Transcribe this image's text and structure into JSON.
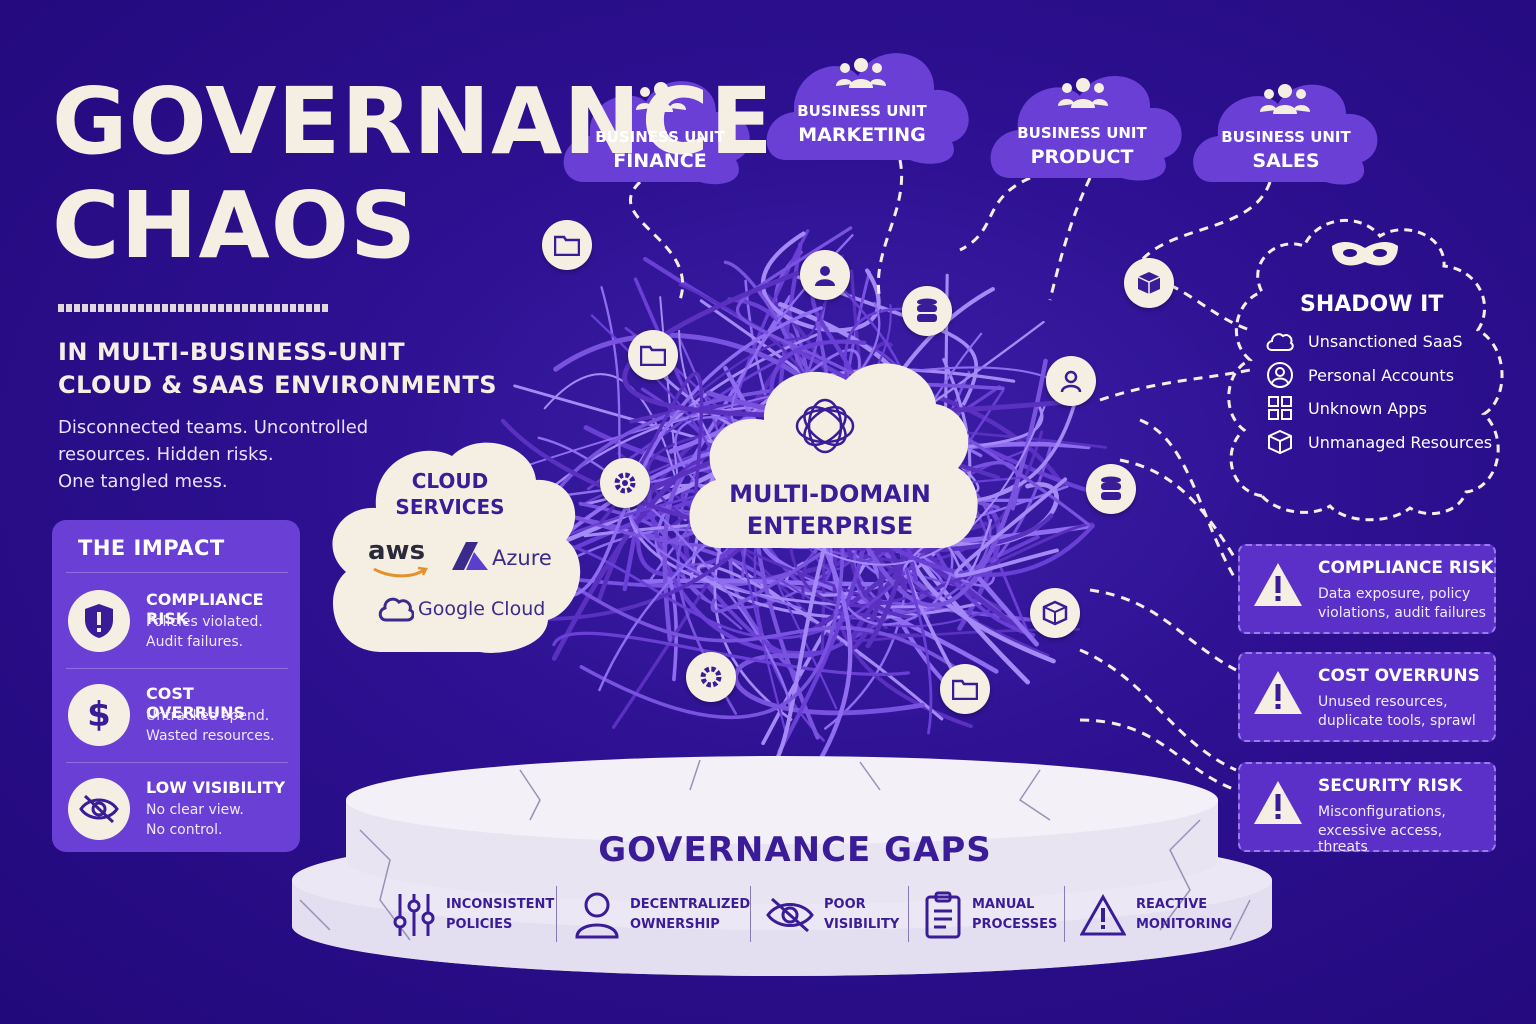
{
  "title": {
    "line1": "GOVERNANCE",
    "line2": "CHAOS"
  },
  "subtitle": {
    "line1": "IN MULTI-BUSINESS-UNIT",
    "line2": "CLOUD & SAAS ENVIRONMENTS"
  },
  "description": {
    "line1": "Disconnected teams. Uncontrolled",
    "line2": "resources. Hidden risks.",
    "line3": "One tangled mess."
  },
  "impact": {
    "title": "THE IMPACT",
    "items": [
      {
        "head": "COMPLIANCE RISK",
        "l1": "Policies violated.",
        "l2": "Audit failures.",
        "icon": "shield-alert-icon"
      },
      {
        "head": "COST OVERRUNS",
        "l1": "Untracked spend.",
        "l2": "Wasted resources.",
        "icon": "dollar-icon"
      },
      {
        "head": "LOW VISIBILITY",
        "l1": "No clear view.",
        "l2": "No control.",
        "icon": "eye-off-icon"
      }
    ]
  },
  "business_units": [
    {
      "prefix": "BUSINESS UNIT",
      "name": "FINANCE"
    },
    {
      "prefix": "BUSINESS UNIT",
      "name": "MARKETING"
    },
    {
      "prefix": "BUSINESS UNIT",
      "name": "PRODUCT"
    },
    {
      "prefix": "BUSINESS UNIT",
      "name": "SALES"
    }
  ],
  "cloud_services": {
    "title_l1": "CLOUD",
    "title_l2": "SERVICES",
    "aws": "aws",
    "azure": "Azure",
    "google": "Google Cloud"
  },
  "center": {
    "l1": "MULTI-DOMAIN",
    "l2": "ENTERPRISE"
  },
  "shadow_it": {
    "title": "SHADOW IT",
    "items": [
      {
        "label": "Unsanctioned SaaS",
        "icon": "cloud-icon"
      },
      {
        "label": "Personal Accounts",
        "icon": "user-circle-icon"
      },
      {
        "label": "Unknown Apps",
        "icon": "apps-grid-icon"
      },
      {
        "label": "Unmanaged Resources",
        "icon": "cube-icon"
      }
    ]
  },
  "risks": [
    {
      "head": "COMPLIANCE RISK",
      "d1": "Data exposure, policy",
      "d2": "violations, audit failures"
    },
    {
      "head": "COST OVERRUNS",
      "d1": "Unused resources,",
      "d2": "duplicate tools, sprawl"
    },
    {
      "head": "SECURITY RISK",
      "d1": "Misconfigurations,",
      "d2": "excessive access, threats"
    }
  ],
  "gaps": {
    "title": "GOVERNANCE GAPS",
    "items": [
      {
        "l1": "INCONSISTENT",
        "l2": "POLICIES",
        "icon": "sliders-icon"
      },
      {
        "l1": "DECENTRALIZED",
        "l2": "OWNERSHIP",
        "icon": "user-icon"
      },
      {
        "l1": "POOR",
        "l2": "VISIBILITY",
        "icon": "eye-off-icon"
      },
      {
        "l1": "MANUAL",
        "l2": "PROCESSES",
        "icon": "clipboard-icon"
      },
      {
        "l1": "REACTIVE",
        "l2": "MONITORING",
        "icon": "warning-icon"
      }
    ]
  },
  "colors": {
    "background": "#2c1090",
    "accent": "#6a3fd6",
    "cream": "#f5efe3",
    "ink": "#3a1c98"
  }
}
